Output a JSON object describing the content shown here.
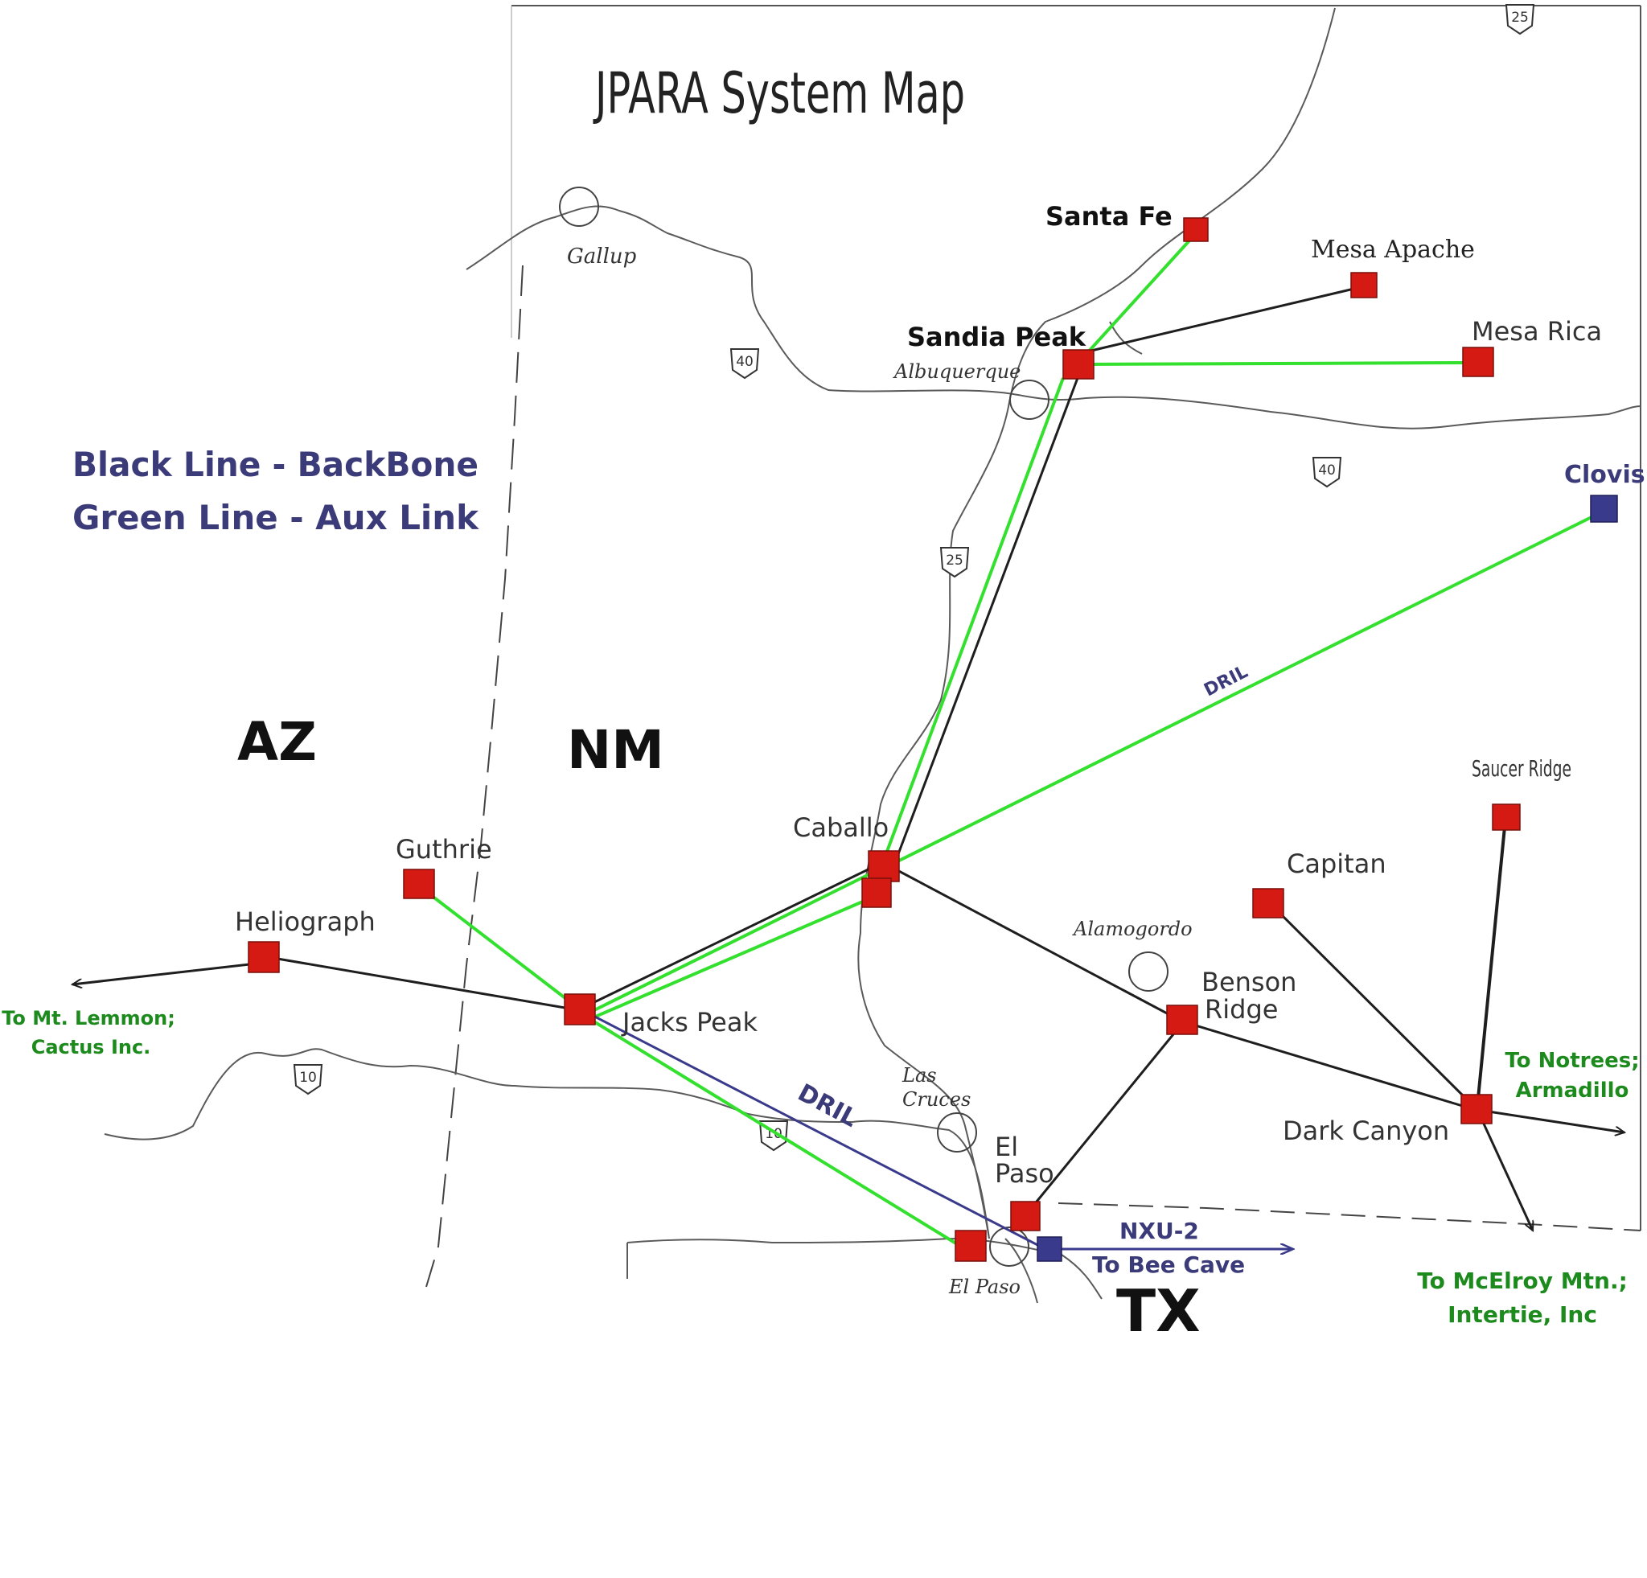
{
  "title": "JPARA System Map",
  "legend": {
    "backbone": "Black Line - BackBone",
    "aux": "Green Line - Aux Link"
  },
  "states": {
    "az": "AZ",
    "nm": "NM",
    "tx": "TX"
  },
  "cities": {
    "gallup": "Gallup",
    "albuquerque": "Albuquerque",
    "alamogordo": "Alamogordo",
    "las_cruces_1": "Las",
    "las_cruces_2": "Cruces",
    "el_paso": "El Paso"
  },
  "highways": {
    "i25_top": "25",
    "i40_west": "40",
    "i40_east": "40",
    "i25_mid": "25",
    "i10_west": "10",
    "i10_east": "10"
  },
  "sites": {
    "santa_fe": "Santa Fe",
    "mesa_apache": "Mesa Apache",
    "sandia_peak": "Sandia Peak",
    "mesa_rica": "Mesa Rica",
    "clovis": "Clovis",
    "caballo": "Caballo",
    "guthrie": "Guthrie",
    "heliograph": "Heliograph",
    "jacks_peak": "Jacks Peak",
    "capitan": "Capitan",
    "saucer_ridge": "Saucer Ridge",
    "benson_ridge_1": "Benson",
    "benson_ridge_2": "Ridge",
    "dark_canyon": "Dark Canyon",
    "el_paso_1": "El",
    "el_paso_2": "Paso"
  },
  "links": {
    "dril_clovis": "DRIL",
    "dril_jacks": "DRIL",
    "nxu_1": "NXU-2",
    "nxu_2": "To Bee Cave"
  },
  "external": {
    "lemmon_1": "To Mt. Lemmon;",
    "lemmon_2": "Cactus Inc.",
    "notrees_1": "To Notrees;",
    "notrees_2": "Armadillo",
    "mcelroy_1": "To McElroy Mtn.;",
    "mcelroy_2": "Intertie, Inc"
  },
  "colors": {
    "site": "#d41a12",
    "dril_site": "#3a3a8c",
    "aux": "#33e02e",
    "backbone": "#1e1e1e",
    "dril_line": "#3a3a8c",
    "external_text": "#1c8a1c",
    "legend_text": "#3b3b7a"
  }
}
